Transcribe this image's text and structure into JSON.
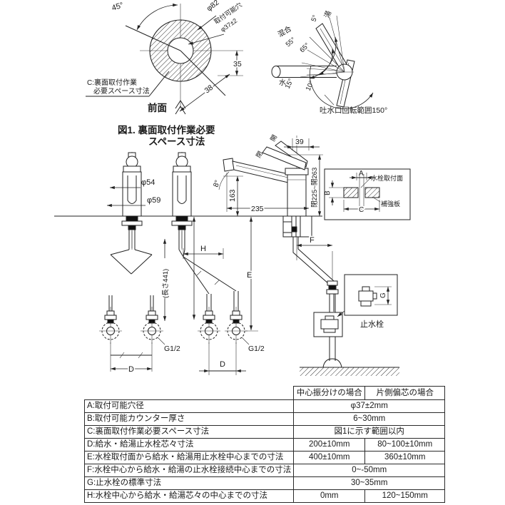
{
  "figure1": {
    "caption_line1": "図1. 裏面取付作業必要",
    "caption_line2": "スペース寸法"
  },
  "hole_diagram": {
    "angle_45": "45°",
    "outer_dia": "φ82",
    "hole_note_line1": "取付可能穴",
    "hole_note_line2": "φ37±2",
    "dim_35": "35",
    "dim_38": "38",
    "c_note_line1": "C:裏面取付作業",
    "c_note_line2": "必要スペース寸法",
    "front_label": "前面"
  },
  "handle_diagram": {
    "hot": "湯",
    "deg5": "5°",
    "mix": "混合",
    "deg55": "55°",
    "deg65": "65°",
    "cold": "水",
    "deg15": "15°",
    "deg10": "10°",
    "spout_range": "吐水口回転範囲150°"
  },
  "main_drawing": {
    "open_label": "開",
    "closed_label": "閉",
    "dim_39": "39",
    "height_range": "閉225~開263",
    "deg8": "8°",
    "dim_163": "163",
    "dim_235": "235",
    "dia_54": "φ54",
    "dia_59": "φ59",
    "hose_length": "(長さ441)",
    "dim_H": "H",
    "dim_E": "E",
    "dim_F": "F",
    "dim_D_left": "D",
    "dim_D_right": "D",
    "thread_left": "G1/2",
    "thread_right": "G1/2",
    "stop_valve_label": "止水栓",
    "dim_G": "G",
    "section": {
      "dim_A": "A",
      "dim_B": "B",
      "dim_C": "C",
      "mount_surface": "水栓取付面",
      "reinforce_plate": "補強板"
    }
  },
  "table": {
    "col_center": "中心振分けの場合",
    "col_offset": "片側偏芯の場合",
    "rows": [
      {
        "label": "A:取付可能穴径",
        "value": "φ37±2mm"
      },
      {
        "label": "B:取付可能カウンター厚さ",
        "value": "6~30mm"
      },
      {
        "label": "C:裏面取付作業必要スペース寸法",
        "value": "図1に示す範囲以内"
      },
      {
        "label": "D:給水・給湯止水栓芯々寸法",
        "center": "200±10mm",
        "offset": "80~100±10mm"
      },
      {
        "label": "E:水栓取付面から給水・給湯用止水栓中心までの寸法",
        "center": "400±10mm",
        "offset": "360±10mm"
      },
      {
        "label": "F:水栓中心から給水・給湯の止水栓接続中心までの寸法",
        "value": "0~-50mm"
      },
      {
        "label": "G:止水栓の標準寸法",
        "value": "30~35mm"
      },
      {
        "label": "H:水栓中心から給水・給湯芯々の中心までの寸法",
        "center": "0mm",
        "offset": "120~150mm"
      }
    ]
  }
}
